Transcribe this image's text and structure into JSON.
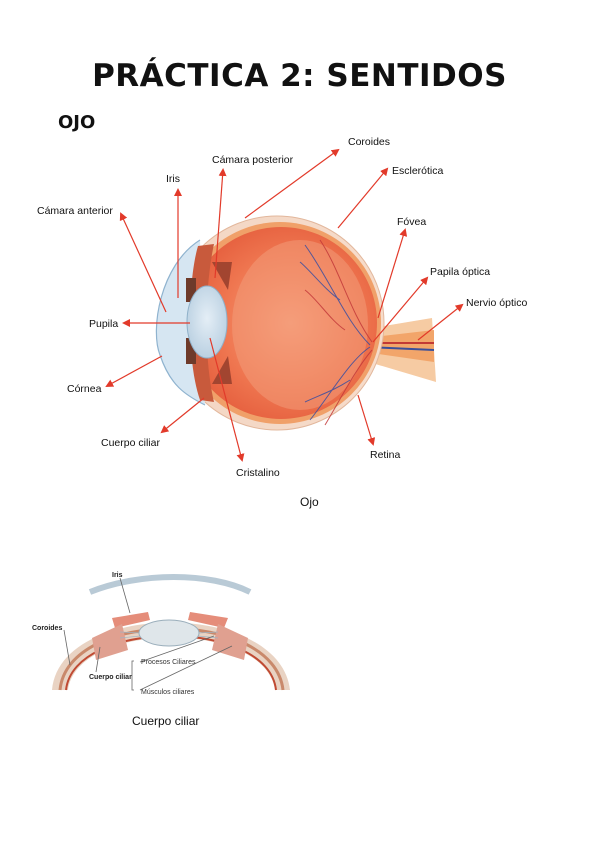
{
  "title": "PRÁCTICA 2: SENTIDOS",
  "section": "OJO",
  "eye_figure": {
    "labels": {
      "coroides": "Coroides",
      "camara_posterior": "Cámara posterior",
      "esclerotica": "Esclerótica",
      "iris": "Iris",
      "camara_anterior": "Cámara anterior",
      "fovea": "Fóvea",
      "papila": "Papila óptica",
      "nervio": "Nervio óptico",
      "pupila": "Pupila",
      "cornea": "Córnea",
      "cuerpo_ciliar": "Cuerpo ciliar",
      "retina": "Retina",
      "cristalino": "Cristalino"
    },
    "caption": "Ojo",
    "arrow_color": "#e23a2a"
  },
  "ciliary_figure": {
    "labels": {
      "iris": "Iris",
      "coroides": "Coroides",
      "cuerpo_ciliar": "Cuerpo ciliar",
      "procesos": "Procesos Ciliares",
      "musculos": "Músculos ciliares"
    },
    "caption": "Cuerpo ciliar"
  }
}
